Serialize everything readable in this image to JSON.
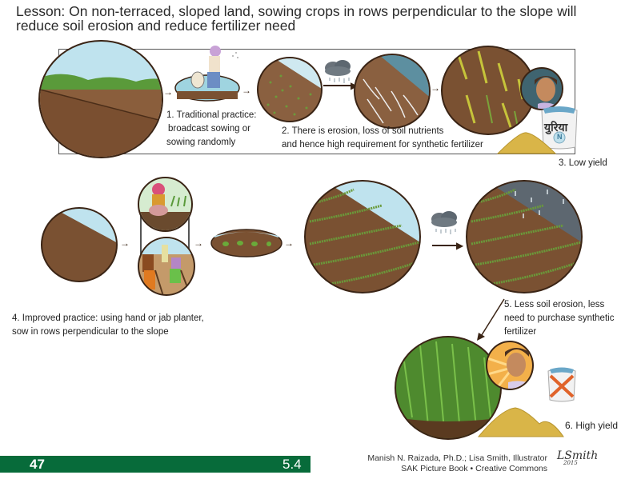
{
  "lesson": {
    "title": "Lesson: On non-terraced, sloped land, sowing crops in rows perpendicular to the slope will reduce soil erosion and reduce fertilizer need"
  },
  "traditional_practice": {
    "step1": {
      "line1": "1. Traditional practice:",
      "line2": "broadcast sowing or",
      "line3": "sowing randomly"
    },
    "step2": {
      "line1": "2. There is erosion, loss of soil nutrients",
      "line2": "and hence high requirement for synthetic fertilizer"
    },
    "step3": {
      "label": "3. Low yield"
    },
    "fertilizer_bag_label": "युरिया",
    "fertilizer_symbol": "N"
  },
  "improved_practice": {
    "step4": {
      "line1": "4. Improved practice: using hand or jab planter,",
      "line2": "sow in rows perpendicular to the slope"
    },
    "step5": {
      "line1": "5. Less soil erosion, less",
      "line2": "need to purchase synthetic",
      "line3": "fertilizer"
    },
    "step6": {
      "label": "6. High yield"
    }
  },
  "footer": {
    "page_number": "47",
    "section": "5.4",
    "credit_line1": "Manish N. Raizada, Ph.D.; Lisa Smith, Illustrator",
    "credit_line2": "SAK Picture Book • Creative Commons",
    "signature": "LSmith",
    "signature_year": "2015"
  },
  "colors": {
    "footer_green": "#076b3a",
    "soil_brown": "#7a5132",
    "sky_blue": "#bfe3ee",
    "crop_green": "#5e9a3a",
    "grain_yellow": "#d9b548",
    "rain_gray": "#5d6770"
  }
}
